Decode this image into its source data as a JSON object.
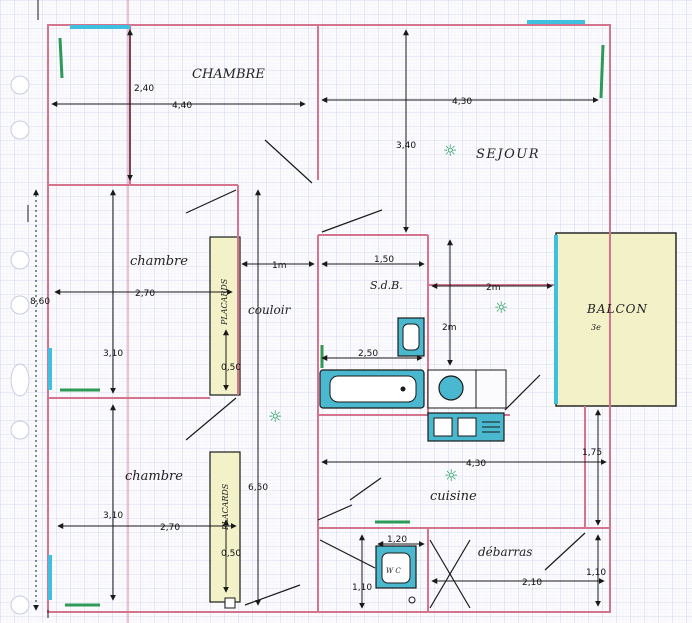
{
  "rooms": {
    "bedroom1": "CHAMBRE",
    "bedroom2": "chambre",
    "bedroom3": "chambre",
    "living": "SEJOUR",
    "bathroom": "S.d.B.",
    "balcony": "BALCON",
    "corridor": "couloir",
    "kitchen": "cuisine",
    "storage": "débarras"
  },
  "closets": {
    "upper": "PLACARDS",
    "lower": "PLACARDS"
  },
  "wc": "W C",
  "balcony_mark": "3e",
  "dimensions": {
    "bed1_height": "2,40",
    "bed1_width": "4,40",
    "living_width": "4,30",
    "living_depth": "3,40",
    "bed2_width": "2,70",
    "bed2_height": "3,10",
    "bed3_width": "2,70",
    "bed3_height": "3,10",
    "left_total": "8,60",
    "corridor_gap": "1m",
    "sdb_width": "1,50",
    "sdb_depth": "2m",
    "balcony_gap": "2m",
    "bath_len": "2,50",
    "kitchen_width": "4,30",
    "kitchen_side": "1,75",
    "corridor_len": "6,50",
    "closet_upper": "0,50",
    "closet_lower": "0,50",
    "wc_width": "1,20",
    "wc_depth": "1,10",
    "storage_width": "2,10",
    "storage_depth": "1,10"
  },
  "colors": {
    "wall": "#d4748f",
    "window": "#3fc0e0",
    "closet": "#f2f1c8",
    "fixture": "#4ab8cf",
    "ink": "#1a1a1a",
    "sun": "#1e9a5a"
  }
}
